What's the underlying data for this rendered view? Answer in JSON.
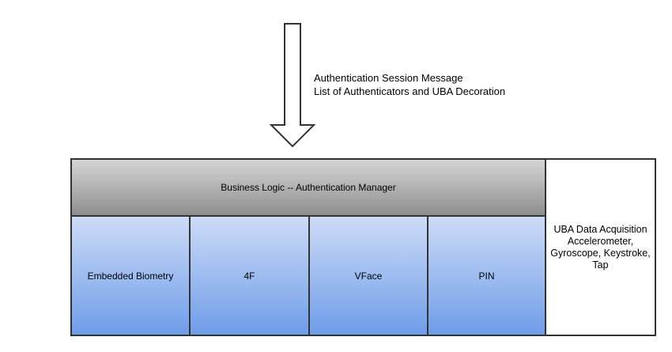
{
  "annotation": {
    "line1": "Authentication Session Message",
    "line2": "List of Authenticators and UBA Decoration"
  },
  "diagram": {
    "header": {
      "label": "Business Logic -- Authentication Manager"
    },
    "authenticators": [
      {
        "label": "Embedded Biometry"
      },
      {
        "label": "4F"
      },
      {
        "label": "VFace"
      },
      {
        "label": "PIN"
      }
    ],
    "uba": {
      "lines": [
        "UBA Data Acquisition",
        "Accelerometer,",
        "Gyroscope, Keystroke,",
        "Tap"
      ]
    }
  },
  "colors": {
    "border": "#333333",
    "gray_top": "#d5d5d5",
    "gray_bottom": "#8e8e8e",
    "blue_top": "#cddcf7",
    "blue_bottom": "#6f9de9",
    "arrow_fill": "#ffffff",
    "text": "#000000"
  }
}
